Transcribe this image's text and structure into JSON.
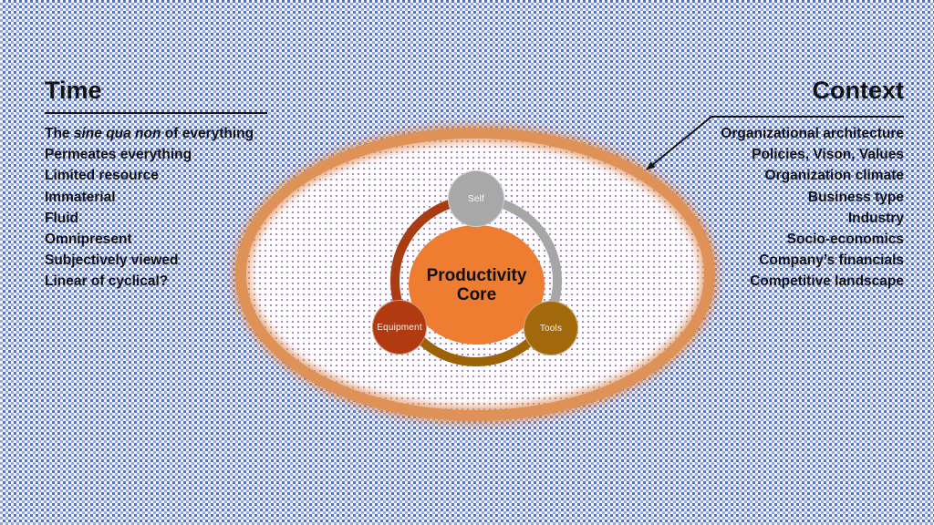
{
  "time_panel": {
    "title": "Time",
    "intro": {
      "prefix": "The ",
      "italic": "sine qua non",
      "suffix": " of everything"
    },
    "items": [
      "Permeates everything",
      "Limited resource",
      "Immaterial",
      "Fluid",
      "Omnipresent",
      "Subjectively viewed",
      "Linear of cyclical?"
    ]
  },
  "context_panel": {
    "title": "Context",
    "items": [
      "Organizational architecture",
      "Policies, Vison, Values",
      "Organization climate",
      "Business type",
      "Industry",
      "Socio-economics",
      "Company’s financials",
      "Competitive landscape"
    ]
  },
  "diagram": {
    "core_label": "Productivity Core",
    "core_color": "#ee7d31",
    "nodes": [
      {
        "label": "Self",
        "color": "#a8a8a8"
      },
      {
        "label": "Equipment",
        "color": "#b23a10"
      },
      {
        "label": "Tools",
        "color": "#a2690c"
      }
    ],
    "arcs": [
      {
        "name": "self-to-tools",
        "color": "#a6a6a6"
      },
      {
        "name": "tools-to-equipment",
        "color": "#9c6206"
      },
      {
        "name": "equipment-to-self",
        "color": "#a93c10"
      }
    ]
  },
  "colors": {
    "bg_blue_dark": "#4f72d2",
    "bg_blue_light": "#93a9e2",
    "ellipse_ring": "#de9257",
    "ellipse_dot": "#a98cc8",
    "text_dark": "#141414",
    "arrow": "#141414"
  }
}
